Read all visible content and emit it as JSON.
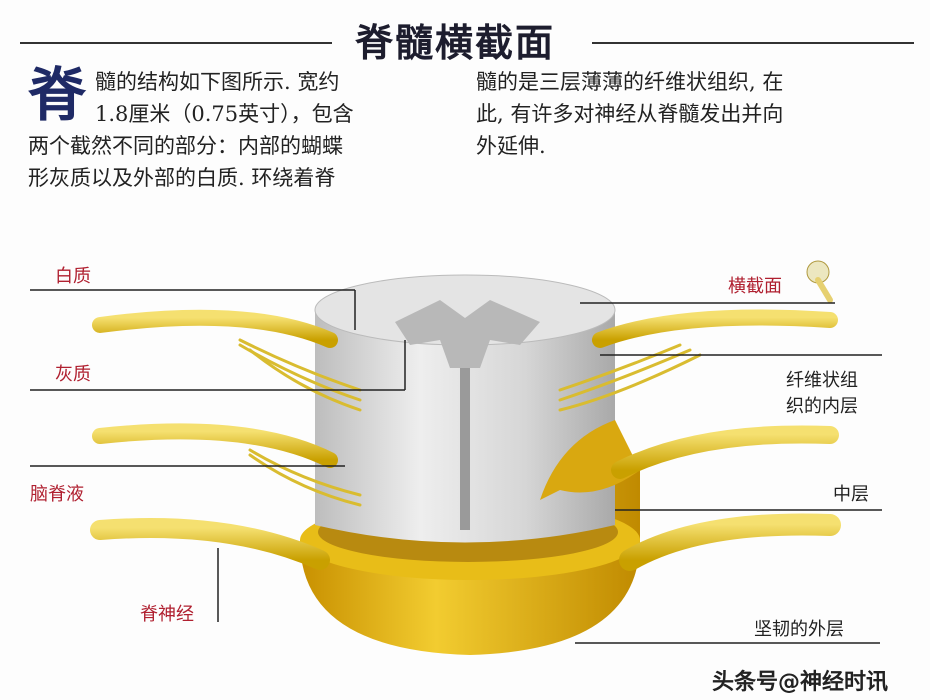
{
  "title": "脊髓横截面",
  "intro": {
    "dropcap": "脊",
    "left_lines": [
      "髓的结构如下图所示. 宽约",
      "1.8厘米（0.75英寸），包含",
      "两个截然不同的部分：内部的蝴蝶",
      "形灰质以及外部的白质. 环绕着脊"
    ],
    "right_lines": [
      "髓的是三层薄薄的纤维状组织, 在",
      "此, 有许多对神经从脊髓发出并向",
      "外延伸."
    ]
  },
  "labels": {
    "white_matter": "白质",
    "gray_matter": "灰质",
    "csf": "脑脊液",
    "spinal_nerve": "脊神经",
    "cross_section": "横截面",
    "inner_layer": [
      "纤维状组",
      "织的内层"
    ],
    "middle_layer": "中层",
    "outer_layer": "坚韧的外层"
  },
  "watermark": "头条号@神经时讯",
  "colors": {
    "nerve": "#e8c020",
    "dura": "#e0b010",
    "cord": "#d8d8d8",
    "label_red": "#b02030",
    "title": "#1d1d2e"
  }
}
